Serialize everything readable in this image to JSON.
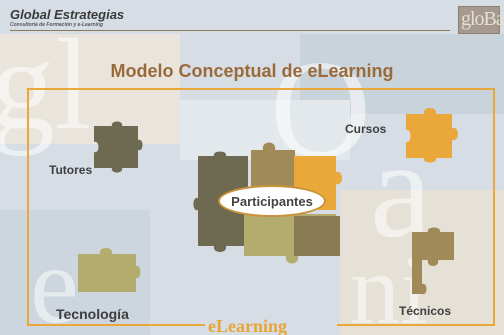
{
  "header": {
    "brand": "Global Estrategias",
    "tagline": "Consultoría de Formación y e-Learning",
    "logo": "gloBa"
  },
  "title": "Modelo Conceptual  de eLearning",
  "labels": {
    "tutores": "Tutores",
    "cursos": "Cursos",
    "participantes": "Participantes",
    "tecnologia": "Tecnología",
    "tecnicos": "Técnicos",
    "elearning": "eLearning"
  },
  "colors": {
    "frame": "#eba83a",
    "title": "#9a6a3a",
    "puzzle_dark": "#6e6a52",
    "puzzle_orange": "#eba83a",
    "puzzle_olive": "#b4ab6e",
    "puzzle_tan": "#a08a58"
  }
}
